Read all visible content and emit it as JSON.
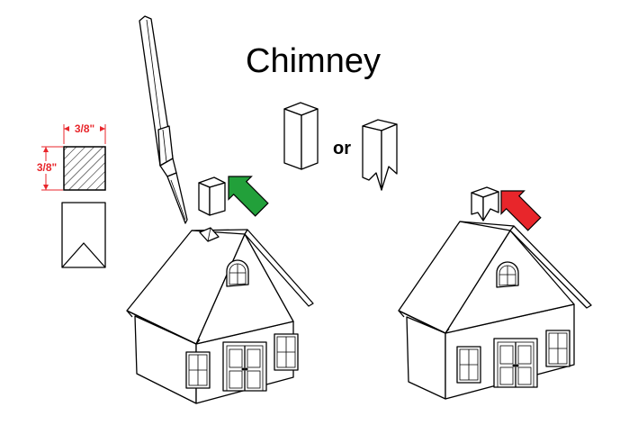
{
  "title": "Chimney",
  "or_label": "or",
  "dimensions": {
    "width": "3/8\"",
    "height": "3/8\""
  },
  "colors": {
    "green_arrow": "#22a03a",
    "red_arrow": "#e8262b",
    "dimension": "#e8262b"
  },
  "icons": [
    "hobby-knife-icon",
    "green-arrow-icon",
    "red-arrow-icon"
  ]
}
